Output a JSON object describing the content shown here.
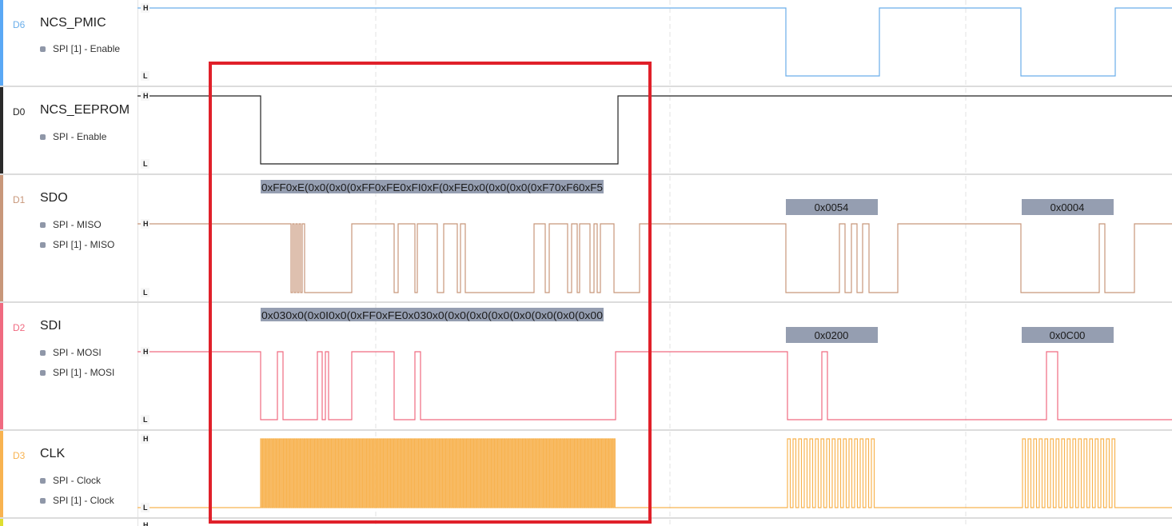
{
  "channels": [
    {
      "id": "D6",
      "name": "NCS_PMIC",
      "color": "#6aaeea",
      "analyzers": [
        "SPI [1] - Enable"
      ]
    },
    {
      "id": "D0",
      "name": "NCS_EEPROM",
      "color": "#222222",
      "analyzers": [
        "SPI - Enable"
      ]
    },
    {
      "id": "D1",
      "name": "SDO",
      "color": "#c8977a",
      "analyzers": [
        "SPI - MISO",
        "SPI [1] - MISO"
      ]
    },
    {
      "id": "D2",
      "name": "SDI",
      "color": "#f06a80",
      "analyzers": [
        "SPI - MOSI",
        "SPI [1] - MOSI"
      ]
    },
    {
      "id": "D3",
      "name": "CLK",
      "color": "#f8b350",
      "analyzers": [
        "SPI - Clock",
        "SPI [1] - Clock"
      ]
    }
  ],
  "level_labels": {
    "high": "H",
    "low": "L"
  },
  "decoded": {
    "sdo_burst": "0xFF0xE(0x0(0x0(0xFF0xFE0xFI0xF(0xFE0x0(0x0(0x0(0xF70xF60xF5",
    "sdo_1": "0x0054",
    "sdo_2": "0x0004",
    "sdi_burst": "0x030x0(0x0I0x0(0xFF0xFE0x030x0(0x0(0x0(0x0(0x0(0x0(0x0(0x00",
    "sdi_1": "0x0200",
    "sdi_2": "0x0C00"
  },
  "highlight_color": "#e0202a"
}
